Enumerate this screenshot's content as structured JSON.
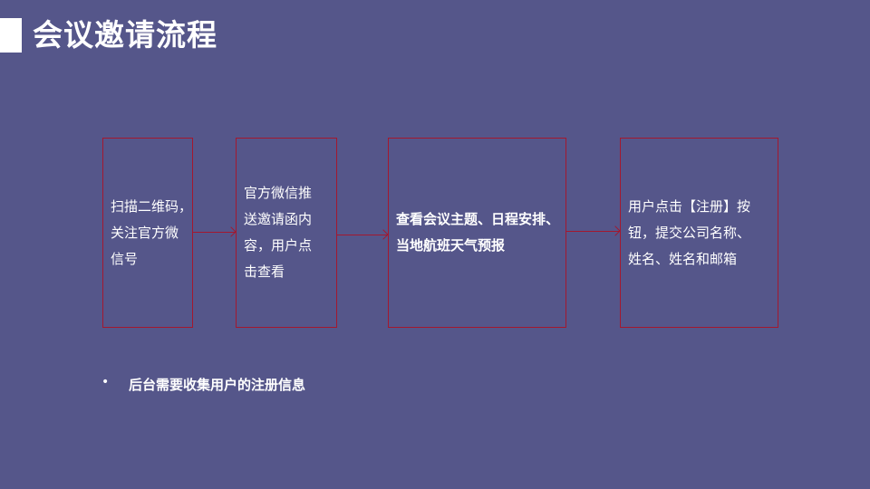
{
  "title": "会议邀请流程",
  "steps": [
    {
      "lines": [
        "扫描二维码，",
        "关注官方微",
        "信号"
      ]
    },
    {
      "lines": [
        "官方微信推",
        "送邀请函内",
        "容，用户点",
        "击查看"
      ]
    },
    {
      "lines": [
        "查看会议主题、日程安排、",
        "当地航班天气预报"
      ]
    },
    {
      "lines": [
        "用户点击【注册】按",
        "钮，提交公司名称、",
        "姓名、姓名和邮箱"
      ]
    }
  ],
  "bullet": "•",
  "note": "后台需要收集用户的注册信息",
  "colors": {
    "background": "#55568a",
    "border": "#a3182f"
  }
}
